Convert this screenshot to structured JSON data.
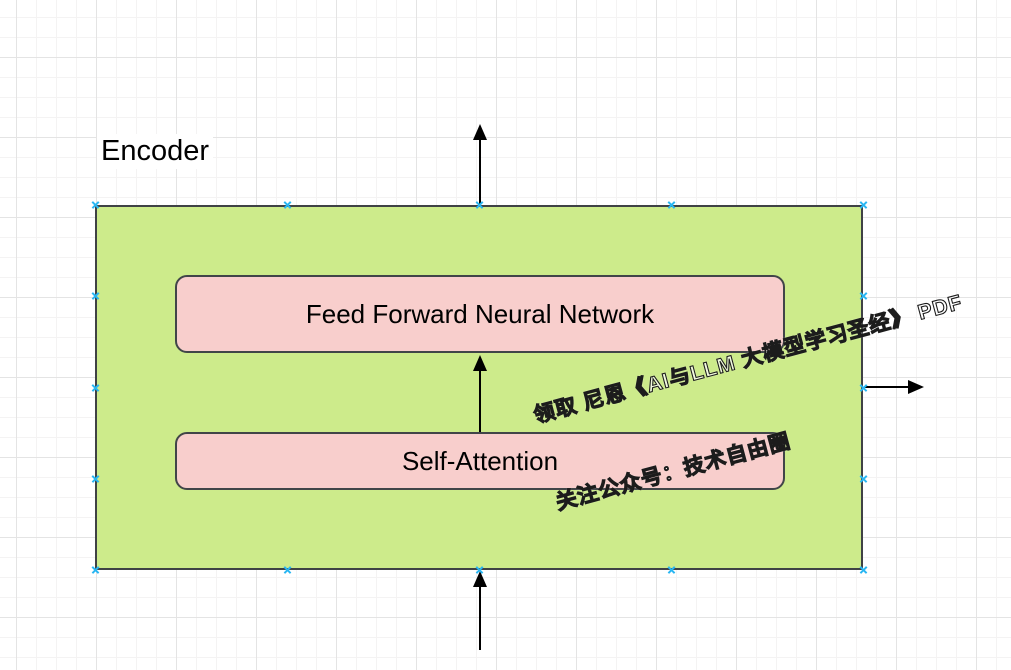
{
  "diagram": {
    "encoder_label": "Encoder",
    "nodes": [
      {
        "id": "feed-forward",
        "label": "Feed Forward Neural Network"
      },
      {
        "id": "self-attention",
        "label": "Self-Attention"
      }
    ],
    "arrows": [
      {
        "name": "input-arrow",
        "direction": "up",
        "from": "canvas-bottom",
        "to": "encoder-box"
      },
      {
        "name": "attention-to-ffnn-arrow",
        "direction": "up",
        "from": "self-attention",
        "to": "feed-forward"
      },
      {
        "name": "output-arrow-top",
        "direction": "up",
        "from": "encoder-box",
        "to": "canvas"
      },
      {
        "name": "output-arrow-right",
        "direction": "right",
        "from": "encoder-box",
        "to": "canvas"
      }
    ],
    "watermark": {
      "line1": "领取 尼恩《AI与LLM 大模型学习圣经》 PDF",
      "line2": "关注公众号：技术自由圈"
    },
    "icons": {
      "connection_point": "x-cross-icon"
    },
    "colors": {
      "encoder_fill": "#cdeb8b",
      "node_fill": "#f8cecc",
      "shape_stroke": "#3f4245",
      "arrow": "#000000",
      "connection_point": "#29b6f2",
      "grid_minor": "#f4f3f3",
      "grid_major": "#e4e4e4",
      "canvas_bg": "#ffffff"
    }
  }
}
